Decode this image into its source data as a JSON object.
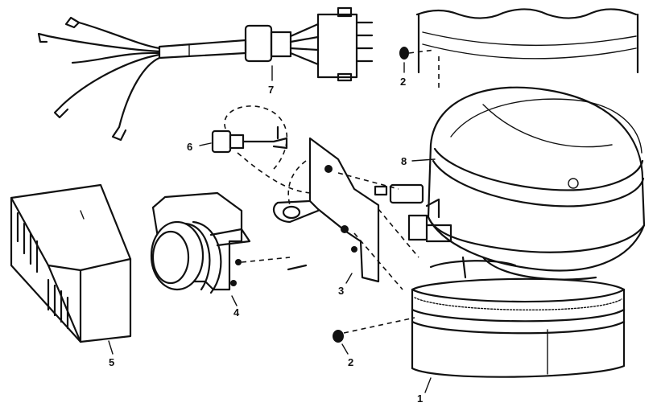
{
  "callouts": {
    "motor_housing": "1",
    "screw_top": "2",
    "screw_bottom": "2",
    "bracket": "3",
    "timer_motor": "4",
    "cover": "5",
    "capacitor_plug": "6",
    "wire_harness": "7",
    "clamp_band": "8"
  }
}
